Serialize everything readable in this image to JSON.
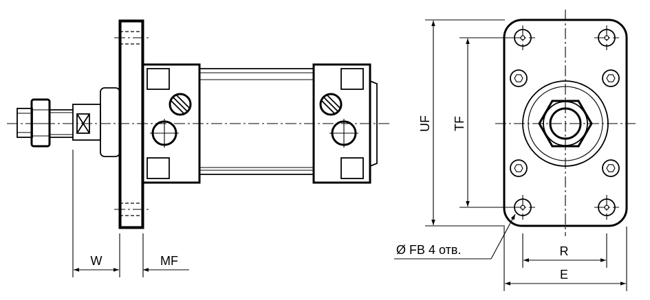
{
  "drawing": {
    "labels": {
      "w": "W",
      "mf": "MF",
      "uf": "UF",
      "tf": "TF",
      "r": "R",
      "e": "E",
      "holes": "Ø FB 4 отв."
    }
  }
}
